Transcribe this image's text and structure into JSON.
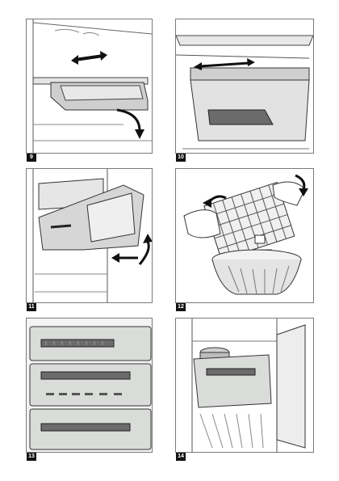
{
  "figures": [
    {
      "number": "9"
    },
    {
      "number": "10"
    },
    {
      "number": "11"
    },
    {
      "number": "12"
    },
    {
      "number": "13"
    },
    {
      "number": "14"
    }
  ],
  "colors": {
    "line": "#333333",
    "shelf_gray": "#c8c8c8",
    "door_gray": "#d9dcd9",
    "dark": "#6b6b6b",
    "badge": "#111111"
  }
}
